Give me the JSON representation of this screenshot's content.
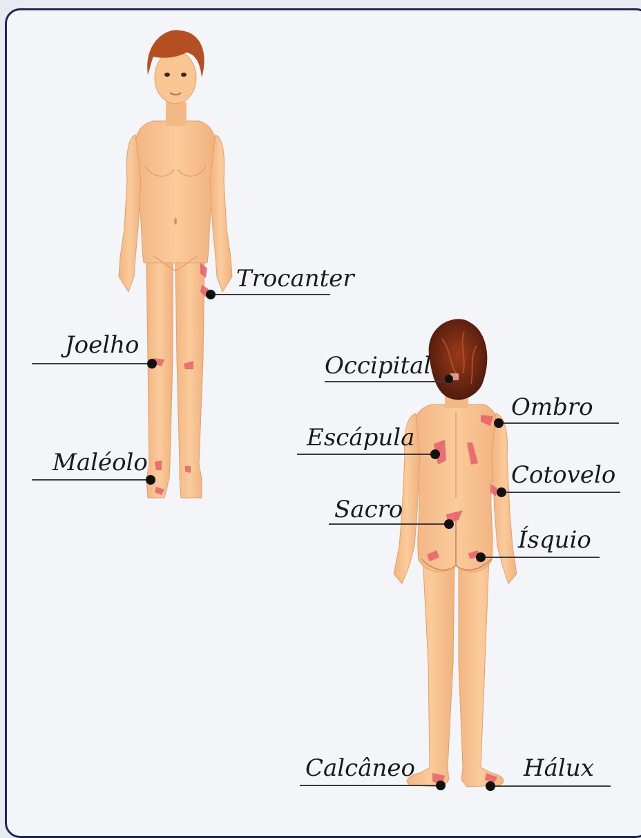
{
  "colors": {
    "skin": "#f8c593",
    "skin_shade": "#e9ad78",
    "hair": "#b44f22",
    "hair_dark": "#6b2412",
    "lesion": "#e8606a",
    "border": "#22265a",
    "background": "#f3f5f9",
    "leader_line": "#3a3a3a",
    "dot": "#111111"
  },
  "front_view": {
    "labels": {
      "trocanter": "Trocanter",
      "joelho": "Joelho",
      "maleolo": "Maléolo"
    }
  },
  "back_view": {
    "labels": {
      "occipital": "Occipital",
      "ombro": "Ombro",
      "escapula": "Escápula",
      "cotovelo": "Cotovelo",
      "sacro": "Sacro",
      "isquio": "Ísquio",
      "calcaneo": "Calcâneo",
      "halux": "Hálux"
    }
  }
}
